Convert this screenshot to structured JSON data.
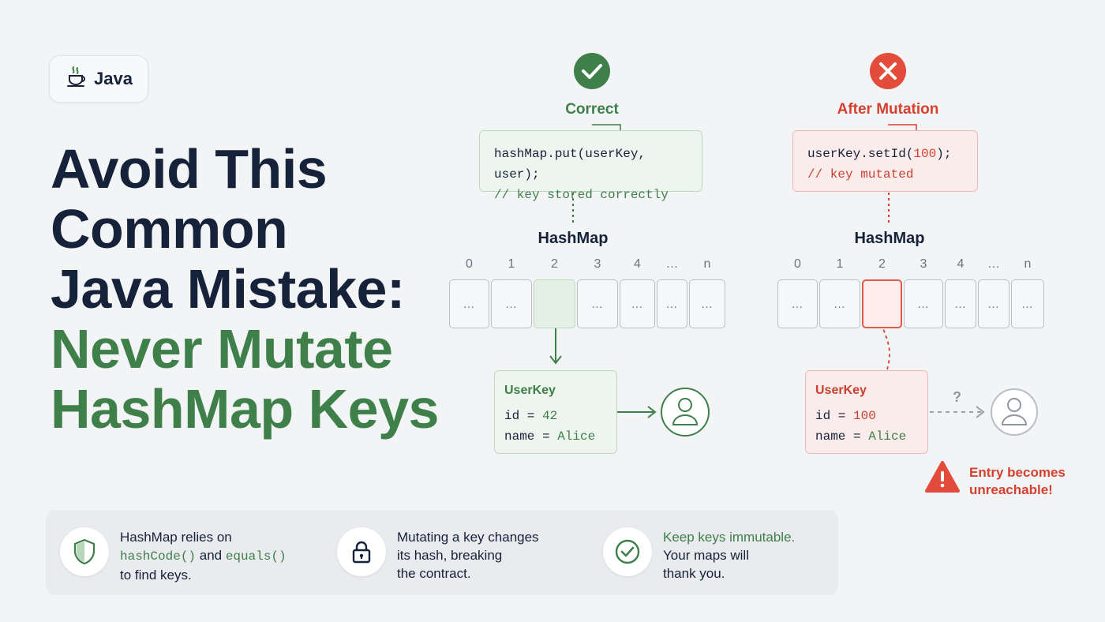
{
  "badge": {
    "icon": "coffee-cup-icon",
    "label": "Java"
  },
  "headline": {
    "line1": "Avoid This",
    "line2": "Common",
    "line3": "Java Mistake:",
    "line4": "Never Mutate",
    "line5": "HashMap Keys"
  },
  "colors": {
    "dark": "#16213a",
    "green": "#3e7f4a",
    "red": "#d6402f",
    "gray": "#b9bec6"
  },
  "correct": {
    "status_icon": "check-circle-icon",
    "label": "Correct",
    "code_line": "hashMap.put(userKey, user);",
    "code_comment": "// key stored correctly",
    "map_title": "HashMap",
    "indices": [
      "0",
      "1",
      "2",
      "3",
      "4",
      "…",
      "n"
    ],
    "slot_text": "…",
    "card": {
      "title": "UserKey",
      "id_label": "id = ",
      "id_value": "42",
      "name_label": "name = ",
      "name_value": "Alice"
    },
    "target_icon": "user-icon"
  },
  "mutated": {
    "status_icon": "x-circle-icon",
    "label": "After Mutation",
    "code_prefix": "userKey.setId(",
    "code_number": "100",
    "code_suffix": ");",
    "code_comment": "// key mutated",
    "map_title": "HashMap",
    "indices": [
      "0",
      "1",
      "2",
      "3",
      "4",
      "…",
      "n"
    ],
    "slot_text": "…",
    "card": {
      "title": "UserKey",
      "id_label": "id = ",
      "id_value": "100",
      "name_label": "name = ",
      "name_value": "Alice"
    },
    "question": "?",
    "target_icon": "user-icon",
    "warning_icon": "warning-triangle-icon",
    "warning_line1": "Entry becomes",
    "warning_line2": "unreachable!"
  },
  "tips": [
    {
      "icon": "shield-icon",
      "line1": "HashMap relies on",
      "code1": "hashCode()",
      "and": " and ",
      "code2": "equals()",
      "line3": "to find keys."
    },
    {
      "icon": "lock-icon",
      "line1": "Mutating a key changes",
      "line2": "its hash, breaking",
      "line3": "the contract."
    },
    {
      "icon": "check-circle-icon",
      "line1": "Keep keys immutable.",
      "line2": "Your maps will",
      "line3": "thank you."
    }
  ]
}
